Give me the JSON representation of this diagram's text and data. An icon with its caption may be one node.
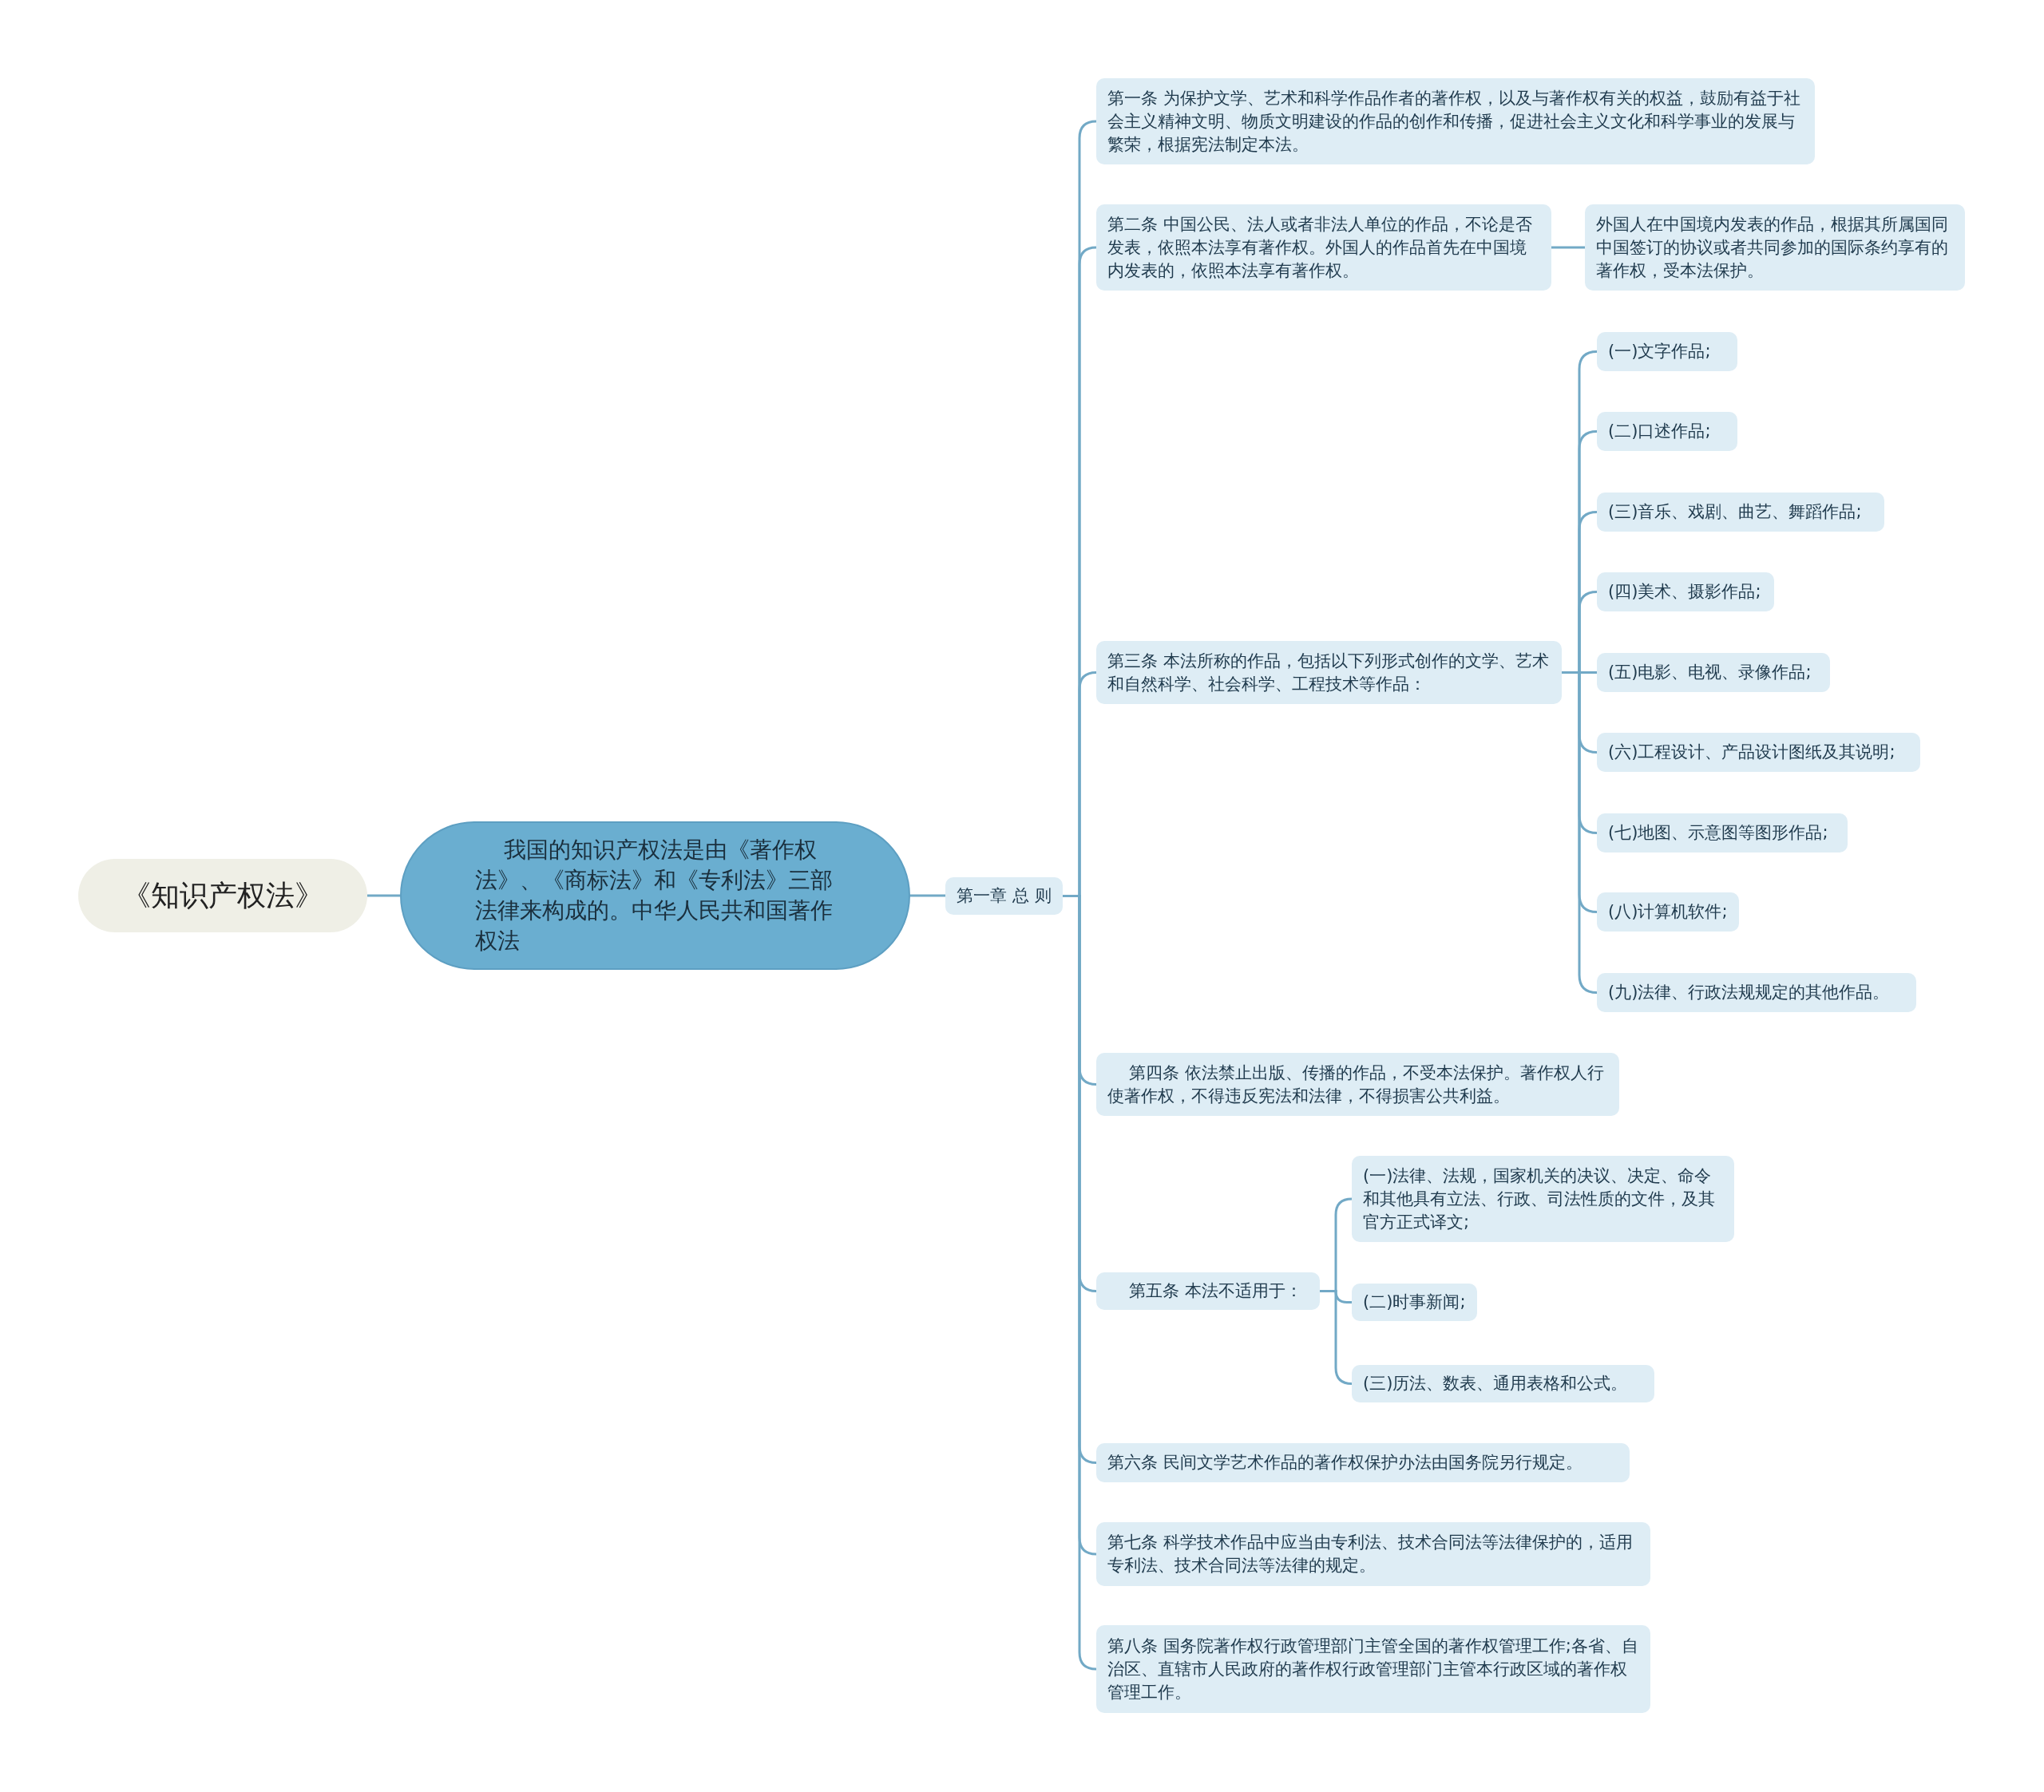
{
  "diagram": {
    "nodes": [
      {
        "text": [
          "《知识产权法》"
        ]
      },
      {
        "text": [
          "我国的知识产权法是由《著作权法》、《商标法》和《专利法》三部法律来构成的。中华人民共和国著作权法"
        ]
      },
      {
        "text": [
          "第一章 总 则"
        ]
      },
      {
        "text": [
          "第一条 为保护文学、艺术和科学作品作者的著作权，以及与著作权有关的权益，鼓励有益于社会主义精神文明、物质文明建设的作品的创作和传播，促进社会主义文化和科学事业的发展与繁荣，根据宪法制定本法。"
        ]
      },
      {
        "text": [
          "第二条 中国公民、法人或者非法人单位的作品，不论是否发表，依照本法享有著作权。外国人的作品首先在中国境内发表的，依照本法享有著作权。"
        ]
      },
      {
        "text": [
          "外国人在中国境内发表的作品，根据其所属国同中国签订的协议或者共同参加的国际条约享有的著作权，受本法保护。"
        ]
      },
      {
        "text": [
          "第三条 本法所称的作品，包括以下列形式创作的文学、艺术和自然科学、社会科学、工程技术等作品："
        ]
      },
      {
        "text": [
          "(一)文字作品;"
        ]
      },
      {
        "text": [
          "(二)口述作品;"
        ]
      },
      {
        "text": [
          "(三)音乐、戏剧、曲艺、舞蹈作品;"
        ]
      },
      {
        "text": [
          "(四)美术、摄影作品;"
        ]
      },
      {
        "text": [
          "(五)电影、电视、录像作品;"
        ]
      },
      {
        "text": [
          "(六)工程设计、产品设计图纸及其说明;"
        ]
      },
      {
        "text": [
          "(七)地图、示意图等图形作品;"
        ]
      },
      {
        "text": [
          "(八)计算机软件;"
        ]
      },
      {
        "text": [
          "(九)法律、行政法规规定的其他作品。"
        ]
      },
      {
        "text": [
          "第四条 依法禁止出版、传播的作品，不受本法保护。著作权人行使著作权，不得违反宪法和法律，不得损害公共利益。"
        ]
      },
      {
        "text": [
          "第五条 本法不适用于："
        ]
      },
      {
        "text": [
          "(一)法律、法规，国家机关的决议、决定、命令和其他具有立法、行政、司法性质的文件，及其官方正式译文;"
        ]
      },
      {
        "text": [
          "(二)时事新闻;"
        ]
      },
      {
        "text": [
          "(三)历法、数表、通用表格和公式。"
        ]
      },
      {
        "text": [
          "第六条 民间文学艺术作品的著作权保护办法由国务院另行规定。"
        ]
      },
      {
        "text": [
          "第七条 科学技术作品中应当由专利法、技术合同法等法律保护的，适用专利法、技术合同法等法律的规定。"
        ]
      },
      {
        "text": [
          "第八条 国务院著作权行政管理部门主管全国的著作权管理工作;各省、自治区、直辖市人民政府的著作权行政管理部门主管本行政区域的著作权管理工作。"
        ]
      }
    ],
    "edges": [
      {
        "from": 0,
        "to": 1,
        "arrow": "none"
      },
      {
        "from": 1,
        "to": 2,
        "arrow": "none"
      },
      {
        "from": 2,
        "to": 3,
        "arrow": "none"
      },
      {
        "from": 2,
        "to": 4,
        "arrow": "none"
      },
      {
        "from": 4,
        "to": 5,
        "arrow": "none"
      },
      {
        "from": 2,
        "to": 6,
        "arrow": "none"
      },
      {
        "from": 6,
        "to": 7,
        "arrow": "none"
      },
      {
        "from": 6,
        "to": 8,
        "arrow": "none"
      },
      {
        "from": 6,
        "to": 9,
        "arrow": "none"
      },
      {
        "from": 6,
        "to": 10,
        "arrow": "none"
      },
      {
        "from": 6,
        "to": 11,
        "arrow": "none"
      },
      {
        "from": 6,
        "to": 12,
        "arrow": "none"
      },
      {
        "from": 6,
        "to": 13,
        "arrow": "none"
      },
      {
        "from": 6,
        "to": 14,
        "arrow": "none"
      },
      {
        "from": 6,
        "to": 15,
        "arrow": "none"
      },
      {
        "from": 2,
        "to": 16,
        "arrow": "none"
      },
      {
        "from": 2,
        "to": 17,
        "arrow": "none"
      },
      {
        "from": 17,
        "to": 18,
        "arrow": "none"
      },
      {
        "from": 17,
        "to": 19,
        "arrow": "none"
      },
      {
        "from": 17,
        "to": 20,
        "arrow": "none"
      },
      {
        "from": 2,
        "to": 21,
        "arrow": "none"
      },
      {
        "from": 2,
        "to": 22,
        "arrow": "none"
      },
      {
        "from": 2,
        "to": 23,
        "arrow": "none"
      }
    ]
  }
}
